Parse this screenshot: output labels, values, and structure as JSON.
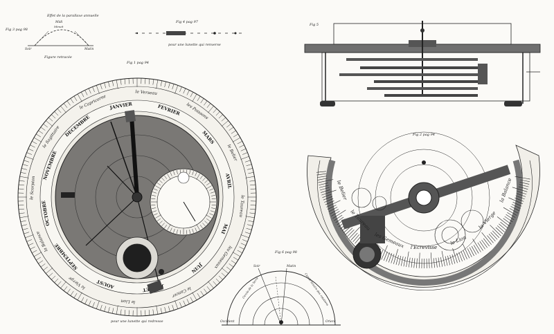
{
  "fig_labels": {
    "fig_parallax": "Fig 3 pag 98",
    "fig_parallax_title": "Effet de la parallaxe annuelle",
    "fig_parallax_caption": "Figure retracée",
    "fig_parallax_sun": "Soir",
    "fig_parallax_morning": "Matin",
    "fig_parallax_midi": "Midi",
    "fig_parallax_minuit": "Minuit",
    "fig_lunette": "Fig 4 pag 97",
    "fig_lunette_caption": "pour une lunette qui renverse",
    "fig_main": "Fig 1 pag 94",
    "fig_main_caption": "pour une lunette qui redresse",
    "fig_mechanism": "Fig 5",
    "fig_gearwork": "Fig 2 pag 94",
    "fig_small": "Fig 6 pag 98",
    "fig_small_soir": "Soir",
    "fig_small_matin": "Matin",
    "fig_small_occident": "Occident",
    "fig_small_orient": "Orient"
  },
  "months": [
    "JANVIER",
    "FEVRIER",
    "MARS",
    "AVRIL",
    "MAI",
    "JUIN",
    "JUILLET",
    "AOUST",
    "SEPTEMBRE",
    "OCTOBRE",
    "NOVEMBRE",
    "DECEMBRE"
  ],
  "zodiac_left": [
    "le Verseau",
    "les Poissons",
    "le Belier",
    "le Taureau",
    "les Gemeaux",
    "le Cancer",
    "le Lion",
    "la Vierge",
    "la Balance",
    "le Scorpion",
    "le Sagittaire",
    "le Capricorne"
  ],
  "zodiac_right": [
    "la Balance",
    "la Vierge",
    "le Lion",
    "l'Ecrevisse",
    "les Gemeaux",
    "le Taureau",
    "le Belier"
  ],
  "small_fig_words": [
    "Cercle de la Terre",
    "Cercle lunaire des rotations"
  ]
}
